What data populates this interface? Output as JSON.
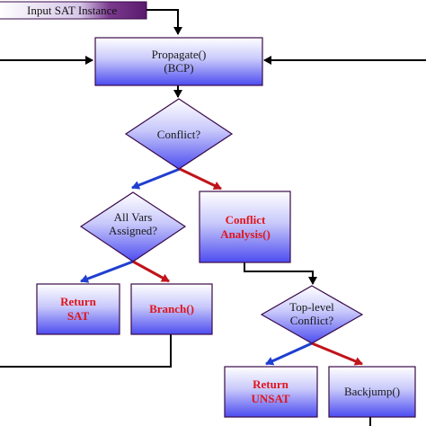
{
  "input": {
    "label": "Input SAT Instance"
  },
  "nodes": {
    "propagate": {
      "line1": "Propagate()",
      "line2": "(BCP)"
    },
    "conflict": {
      "line1": "Conflict?"
    },
    "all_vars": {
      "line1": "All Vars",
      "line2": "Assigned?"
    },
    "conflict_analysis": {
      "line1": "Conflict",
      "line2": "Analysis()"
    },
    "return_sat": {
      "line1": "Return",
      "line2": "SAT"
    },
    "branch": {
      "line1": "Branch()"
    },
    "top_level": {
      "line1": "Top-level",
      "line2": "Conflict?"
    },
    "return_unsat": {
      "line1": "Return",
      "line2": "UNSAT"
    },
    "backjump": {
      "line1": "Backjump()"
    }
  },
  "colors": {
    "box_gradient_top": "#ffffff",
    "box_gradient_bottom": "#4c4cf0",
    "border": "#3a0a4a",
    "yes_arrow": "#1f3fd0",
    "no_arrow": "#c0141a",
    "input_tab": "#6a2a7a",
    "red_text": "#e0151b"
  }
}
